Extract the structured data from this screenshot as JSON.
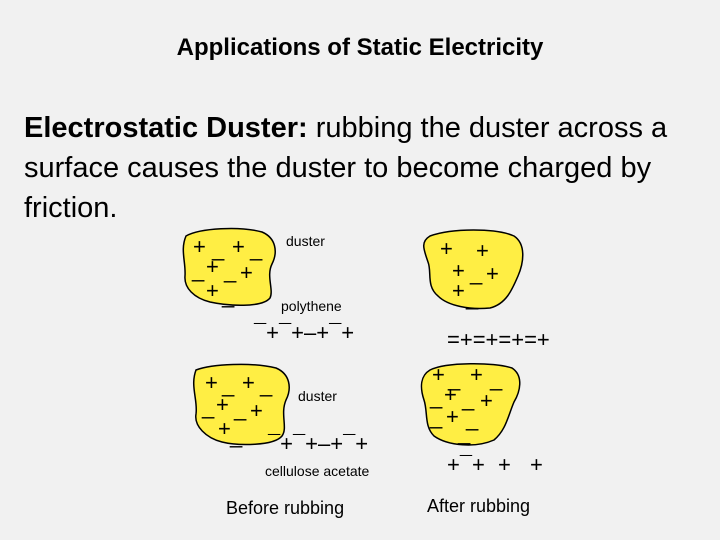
{
  "slide": {
    "title": "Applications of Static Electricity",
    "heading": "Electrostatic Duster:",
    "body": " rubbing the duster across a surface causes the duster to become charged by friction."
  },
  "labels": {
    "duster_top": "duster",
    "polythene": "polythene",
    "duster_bottom": "duster",
    "cellulose_acetate": "cellulose acetate",
    "before": "Before rubbing",
    "after": "After rubbing"
  },
  "colors": {
    "background": "#f1f1f1",
    "blob_fill": "#ffee44"
  }
}
